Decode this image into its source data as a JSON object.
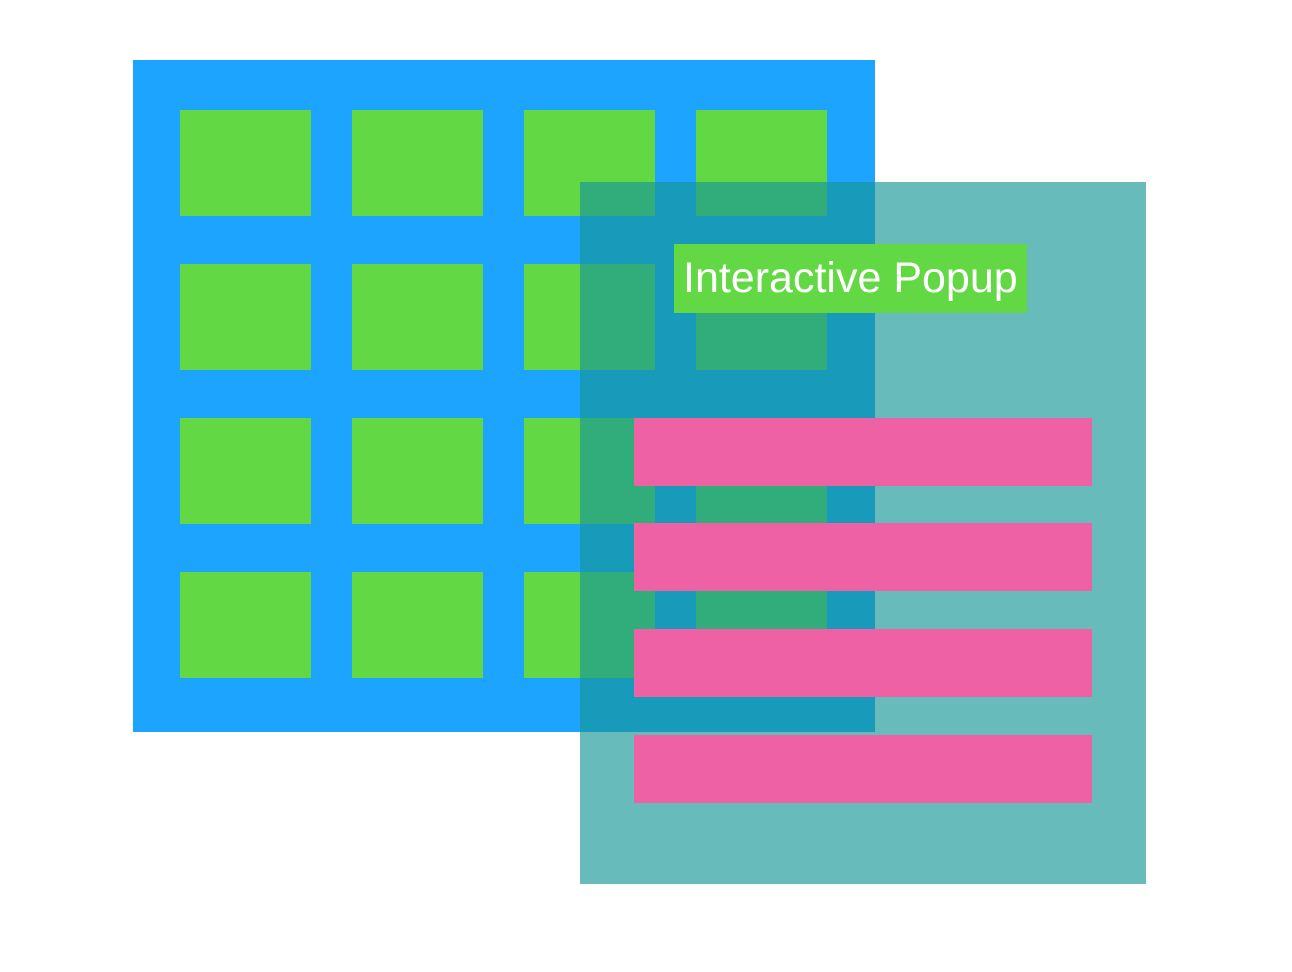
{
  "colors": {
    "background": "#ffffff",
    "grid_panel": "#1da4fe",
    "grid_cell": "#63d845",
    "popup_overlay": "#169696",
    "popup_title_bg": "#63d845",
    "popup_title_text": "#ffffff",
    "popup_bar": "#ee62a5"
  },
  "grid": {
    "rows": 4,
    "columns": 4
  },
  "popup": {
    "title": "Interactive Popup",
    "bar_count": 4
  }
}
